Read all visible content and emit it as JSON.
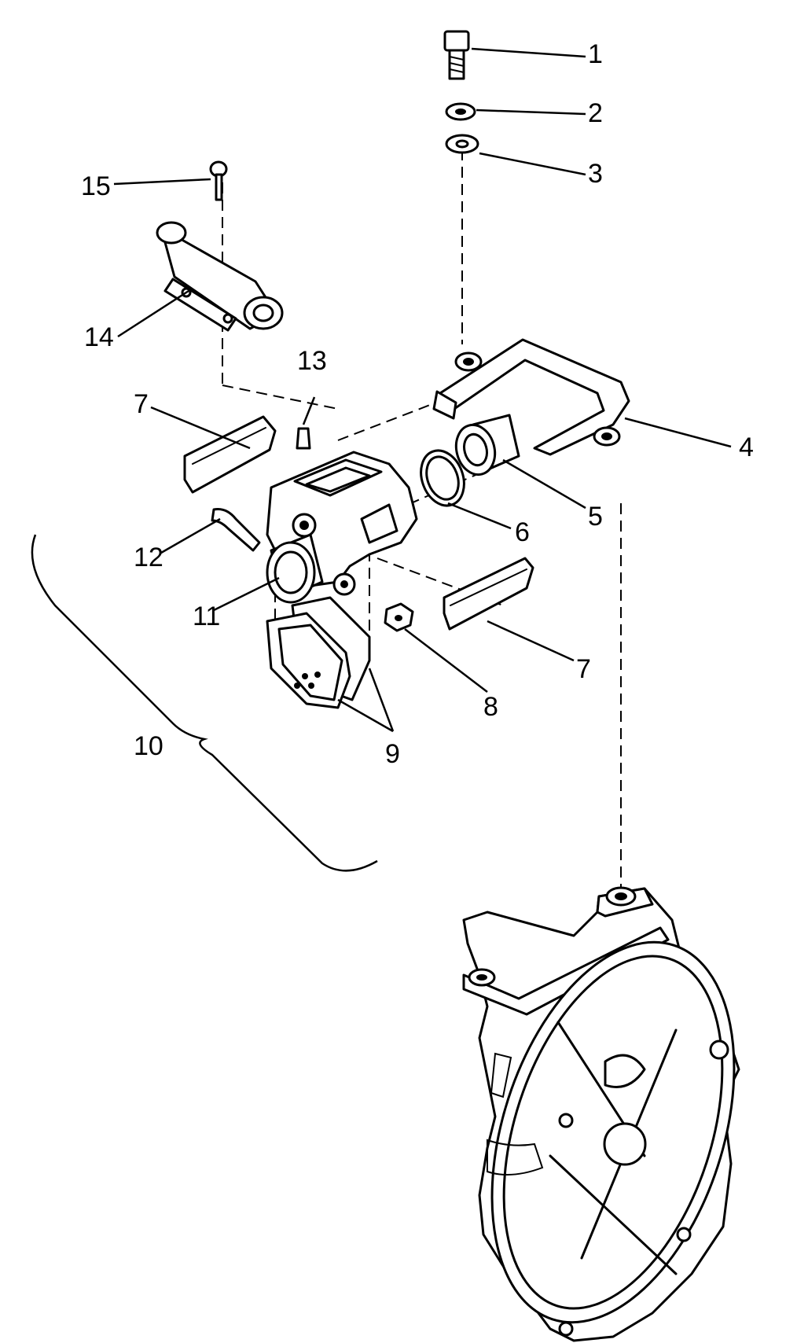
{
  "callouts": [
    "1",
    "2",
    "3",
    "4",
    "5",
    "6",
    "7",
    "7",
    "8",
    "9",
    "10",
    "11",
    "12",
    "13",
    "14",
    "15"
  ],
  "colors": {
    "ink": "#000000",
    "paper": "#ffffff"
  }
}
